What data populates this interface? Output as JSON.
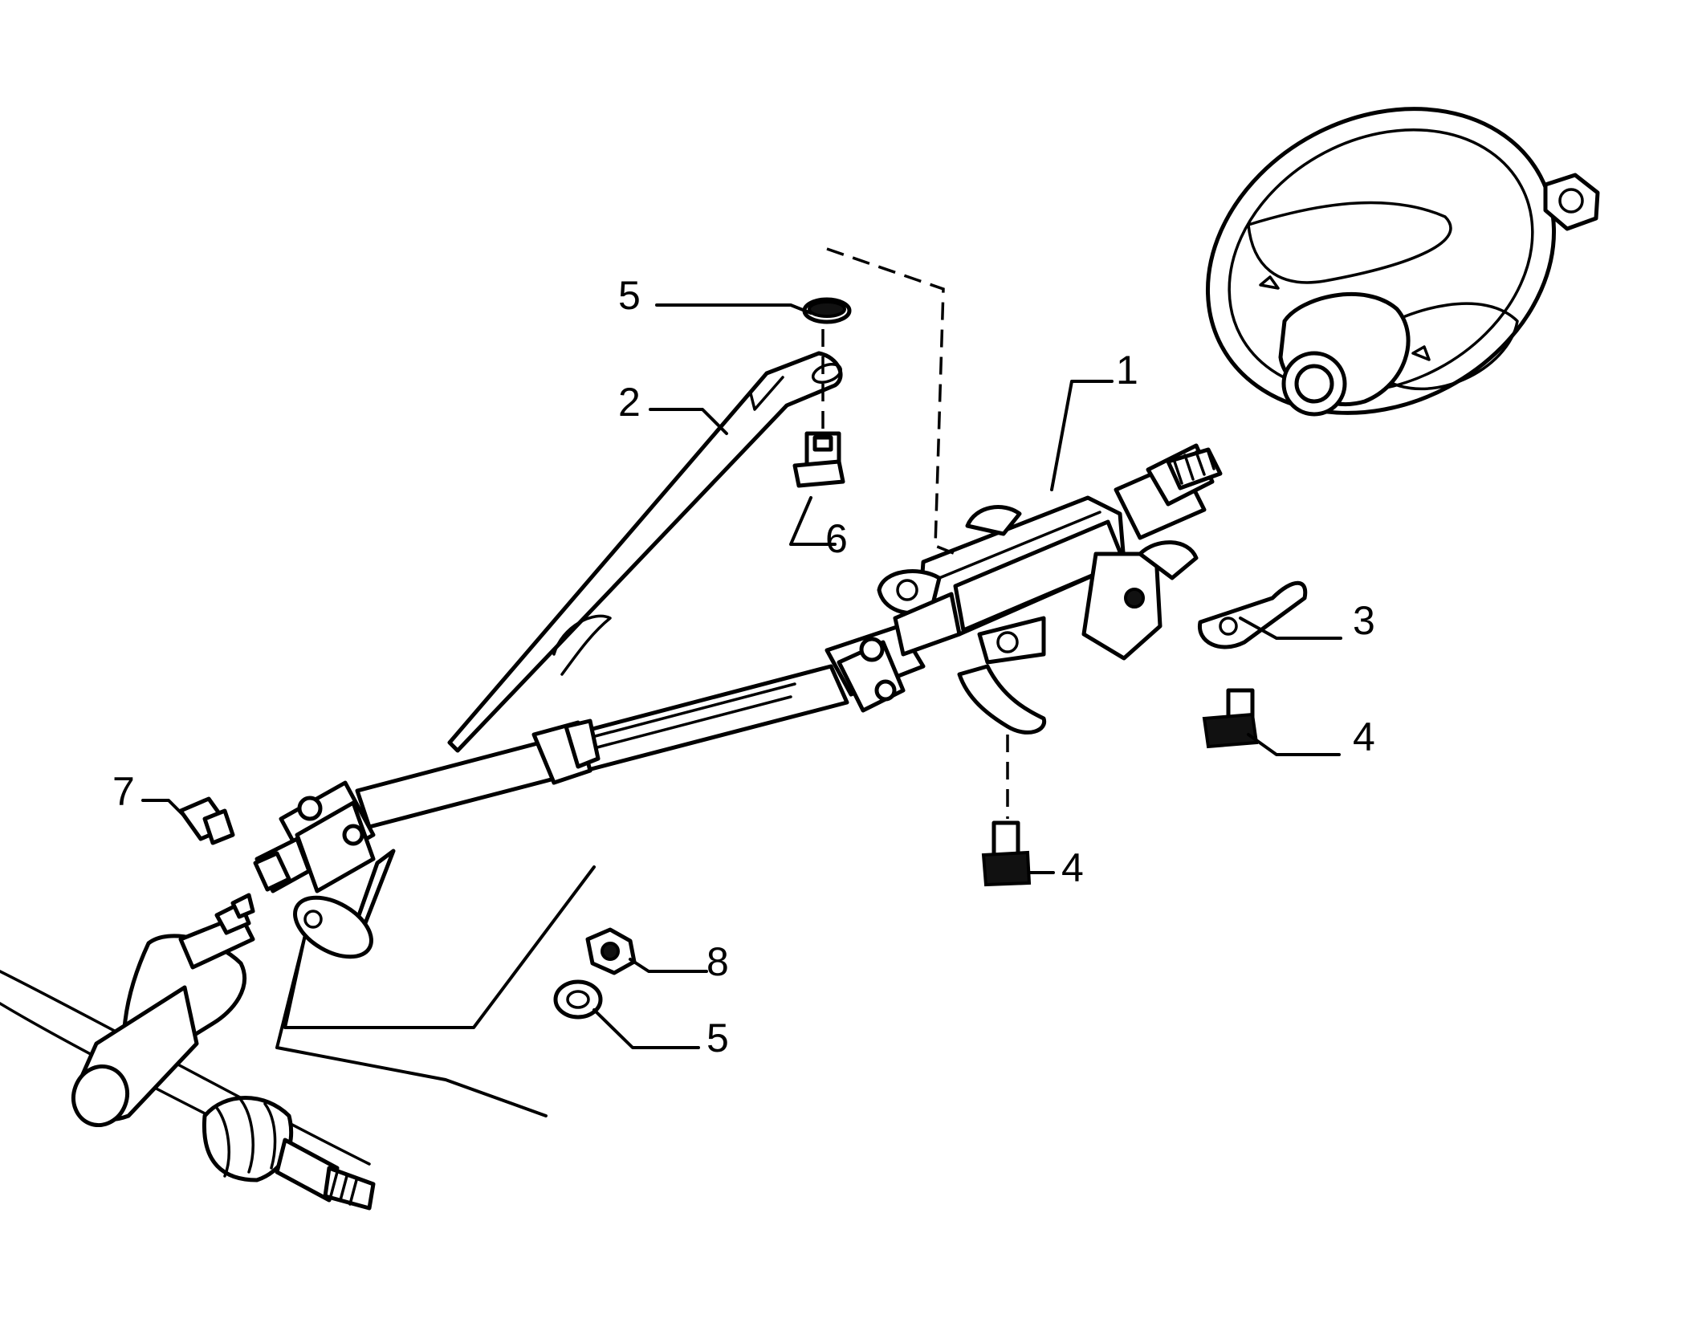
{
  "diagram": {
    "callouts": [
      {
        "id": "c1",
        "label": "1"
      },
      {
        "id": "c2",
        "label": "2"
      },
      {
        "id": "c3",
        "label": "3"
      },
      {
        "id": "c4a",
        "label": "4"
      },
      {
        "id": "c4b",
        "label": "4"
      },
      {
        "id": "c5a",
        "label": "5"
      },
      {
        "id": "c5b",
        "label": "5"
      },
      {
        "id": "c6",
        "label": "6"
      },
      {
        "id": "c7",
        "label": "7"
      },
      {
        "id": "c8",
        "label": "8"
      }
    ]
  }
}
